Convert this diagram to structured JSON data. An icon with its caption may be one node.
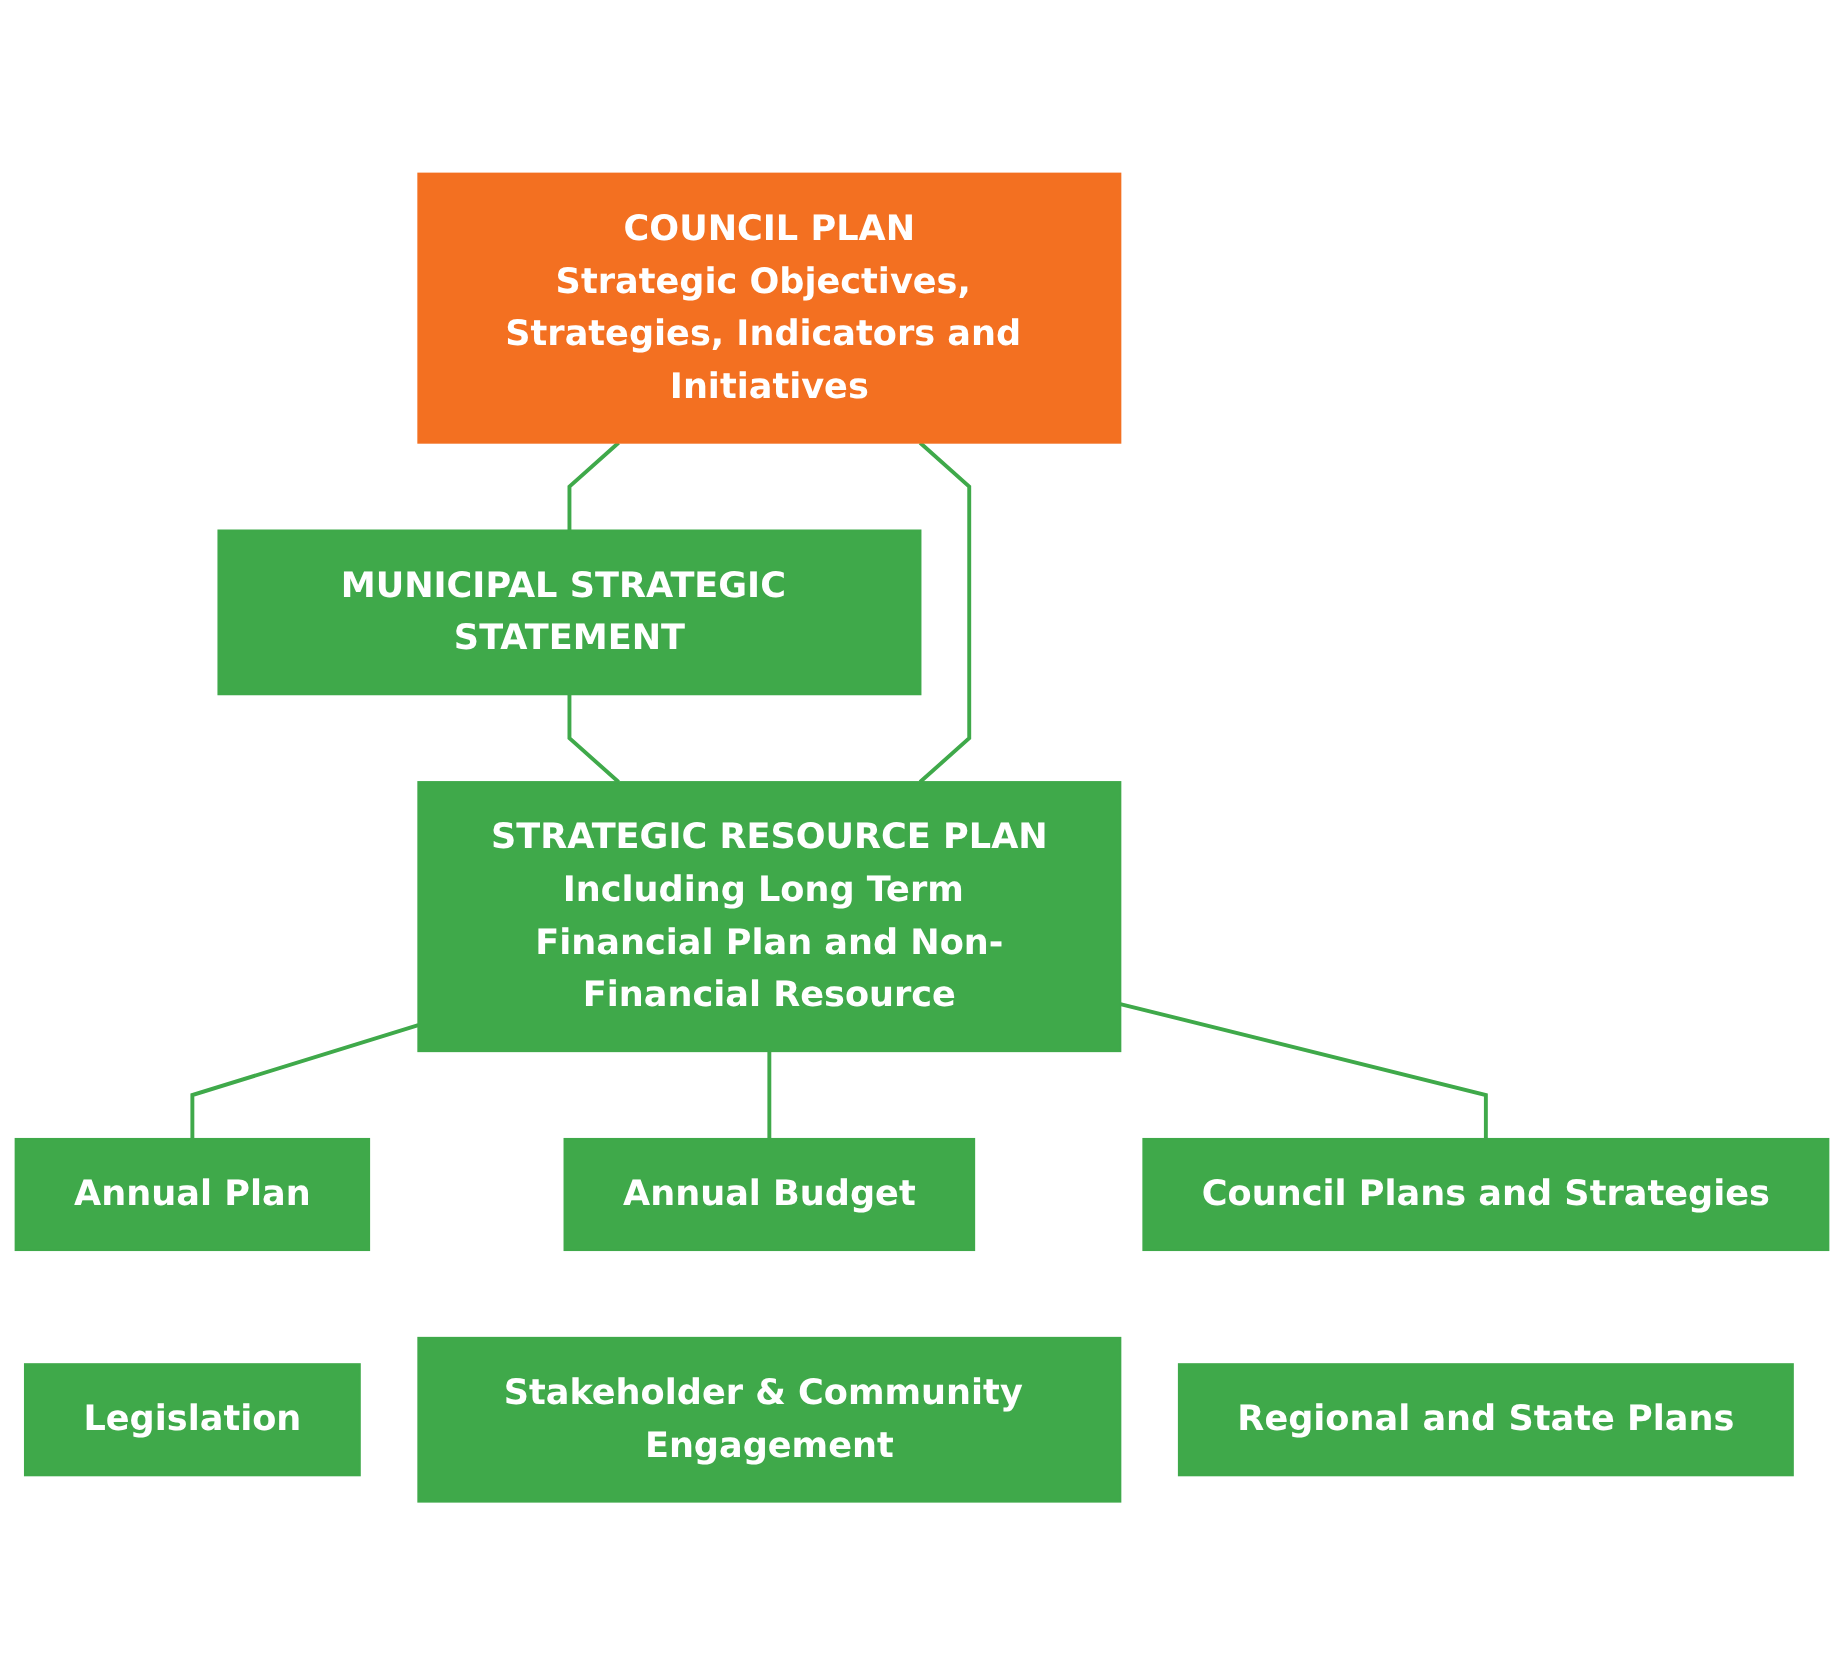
{
  "diagram": {
    "nodes": [
      {
        "text": [
          "COUNCIL PLAN",
          "Strategic Objectives, Strategies, Indicators and Initiatives"
        ]
      },
      {
        "text": [
          "MUNICIPAL STRATEGIC STATEMENT"
        ]
      },
      {
        "text": [
          "STRATEGIC RESOURCE PLAN",
          "Including Long Term Financial Plan and Non-Financial Resource"
        ]
      },
      {
        "text": [
          "Annual Plan"
        ]
      },
      {
        "text": [
          "Annual Budget"
        ]
      },
      {
        "text": [
          "Council Plans and Strategies"
        ]
      },
      {
        "text": [
          "Legislation"
        ]
      },
      {
        "text": [
          "Stakeholder & Community Engagement"
        ]
      },
      {
        "text": [
          "Regional and State Plans"
        ]
      }
    ],
    "edges": [
      {
        "from": 0,
        "to": 1,
        "arrow": "none"
      },
      {
        "from": 1,
        "to": 2,
        "arrow": "none"
      },
      {
        "from": 0,
        "to": 2,
        "arrow": "none"
      },
      {
        "from": 2,
        "to": 3,
        "arrow": "none"
      },
      {
        "from": 2,
        "to": 4,
        "arrow": "none"
      },
      {
        "from": 2,
        "to": 5,
        "arrow": "none"
      }
    ]
  }
}
